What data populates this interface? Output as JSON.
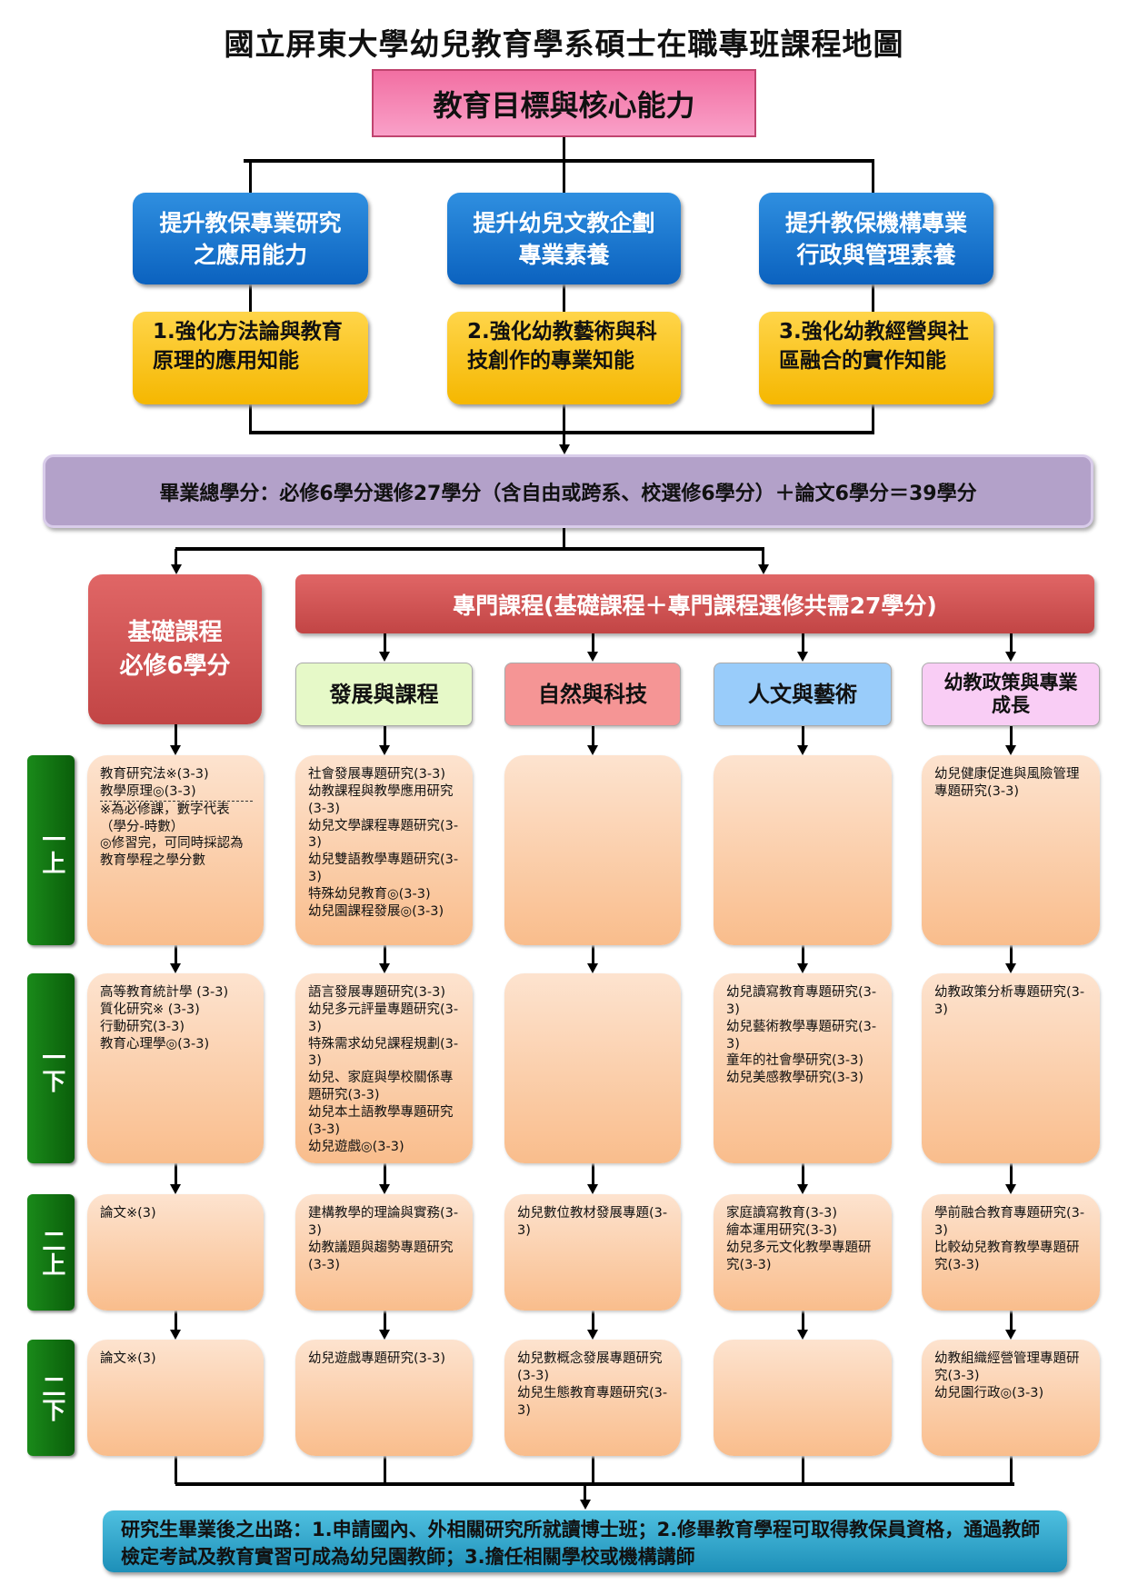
{
  "title": "國立屏東大學幼兒教育學系碩士在職專班課程地圖",
  "goal": "教育目標與核心能力",
  "objectives": [
    {
      "blue": "提升教保專業研究之應用能力",
      "yellow": "1.強化方法論與教育原理的應用知能"
    },
    {
      "blue": "提升幼兒文教企劃專業素養",
      "yellow": "2.強化幼教藝術與科技創作的專業知能"
    },
    {
      "blue": "提升教保機構專業行政與管理素養",
      "yellow": "3.強化幼教經營與社區融合的實作知能"
    }
  ],
  "total_credits": "畢業總學分：必修6學分選修27學分（含自由或跨系、校選修6學分）＋論文6學分＝39學分",
  "basic": {
    "line1": "基礎課程",
    "line2": "必修6學分"
  },
  "professional": "專門課程(基礎課程＋專門課程選修共需27學分)",
  "categories": [
    "發展與課程",
    "自然與科技",
    "人文與藝術",
    "幼教政策與專業成長"
  ],
  "semesters": [
    "一上",
    "一下",
    "二上",
    "二下"
  ],
  "legend": {
    "line1": "※為必修課，數字代表（學分-時數）",
    "line2": "◎修習完，可同時採認為教育學程之學分數"
  },
  "courses": [
    [
      [
        "教育研究法※(3-3)",
        "教學原理◎(3-3)"
      ],
      [
        "社會發展專題研究(3-3)",
        "幼教課程與教學應用研究(3-3)",
        "幼兒文學課程專題研究(3-3)",
        "幼兒雙語教學專題研究(3-3)",
        "特殊幼兒教育◎(3-3)",
        "幼兒園課程發展◎(3-3)"
      ],
      [],
      [],
      [
        "幼兒健康促進與風險管理專題研究(3-3)"
      ]
    ],
    [
      [
        "高等教育統計學 (3-3)",
        "質化研究※ (3-3)",
        "行動研究(3-3)",
        "教育心理學◎(3-3)"
      ],
      [
        "語言發展專題研究(3-3)",
        "幼兒多元評量專題研究(3-3)",
        "特殊需求幼兒課程規劃(3-3)",
        "幼兒、家庭與學校關係專題研究(3-3)",
        "幼兒本土語教學專題研究(3-3)",
        "幼兒遊戲◎(3-3)"
      ],
      [],
      [
        "幼兒讀寫教育專題研究(3-3)",
        "幼兒藝術教學專題研究(3-3)",
        "童年的社會學研究(3-3)",
        "幼兒美感教學研究(3-3)"
      ],
      [
        "幼教政策分析專題研究(3-3)"
      ]
    ],
    [
      [
        "論文※(3)"
      ],
      [
        "建構教學的理論與實務(3-3)",
        "幼教議題與趨勢專題研究(3-3)"
      ],
      [
        "幼兒數位教材發展專題(3-3)"
      ],
      [
        "家庭讀寫教育(3-3)",
        "繪本運用研究(3-3)",
        "幼兒多元文化教學專題研究(3-3)"
      ],
      [
        "學前融合教育專題研究(3-3)",
        "比較幼兒教育教學專題研究(3-3)"
      ]
    ],
    [
      [
        "論文※(3)"
      ],
      [
        "幼兒遊戲專題研究(3-3)"
      ],
      [
        "幼兒數概念發展專題研究(3-3)",
        "幼兒生態教育專題研究(3-3)"
      ],
      [],
      [
        "幼教組織經營管理專題研究(3-3)",
        "幼兒園行政◎(3-3)"
      ]
    ]
  ],
  "career": "研究生畢業後之出路：1.申請國內、外相關研究所就讀博士班；2.修畢教育學程可取得教保員資格，通過教師檢定考試及教育實習可成為幼兒園教師；3.擔任相關學校或機構講師",
  "colors": {
    "goal": "#f26fa2",
    "blue": "#0b62bf",
    "yellow": "#f5b700",
    "purple": "#b3a1c9",
    "red": "#c24545",
    "cat_green": "#e6f9c8",
    "cat_red": "#f59595",
    "cat_blue": "#99ccfa",
    "cat_pink": "#f9cdf5",
    "semester": "#0a5e0a",
    "course": "#f9bd8c",
    "career": "#1d8fb8"
  }
}
